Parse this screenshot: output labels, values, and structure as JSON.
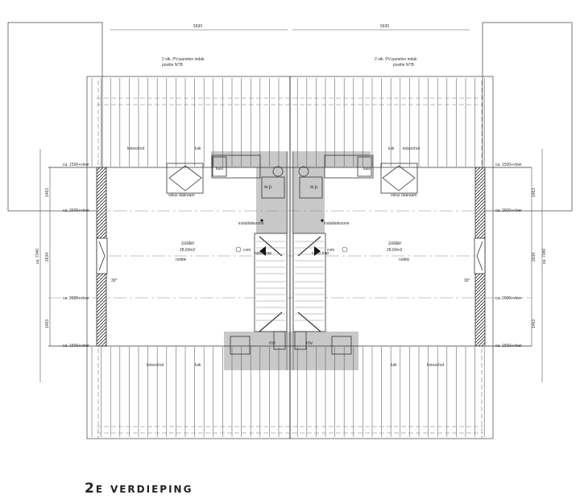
{
  "drawing": {
    "title": "2e verdieping",
    "dimensions": {
      "width_left": "5630",
      "width_right": "5630",
      "height_1": "1463",
      "height_2": "2634",
      "height_3": "1463",
      "total": "ca. 7040"
    },
    "levels": {
      "low": "ca. 1500+vloer",
      "high": "ca. 2600+vloer"
    },
    "pv_note_line1": "2 stk. PV-panelen indak",
    "pv_note_line2": "positie NTB",
    "labels": {
      "knee_wall": "knieschot",
      "hatch": "luik",
      "cabinet": "kast",
      "skylight": "velux dakraam",
      "heat_pump": "w.p.",
      "installation_zone": "installatiezone",
      "room": "zolder",
      "area": "28,60m2",
      "note": "notitie",
      "ventilation": "cvm",
      "stair": "open trap",
      "mv": "mv",
      "angle": "30°"
    },
    "colors": {
      "grey_zone": "#c8c8c8",
      "lines": "#444444"
    }
  }
}
